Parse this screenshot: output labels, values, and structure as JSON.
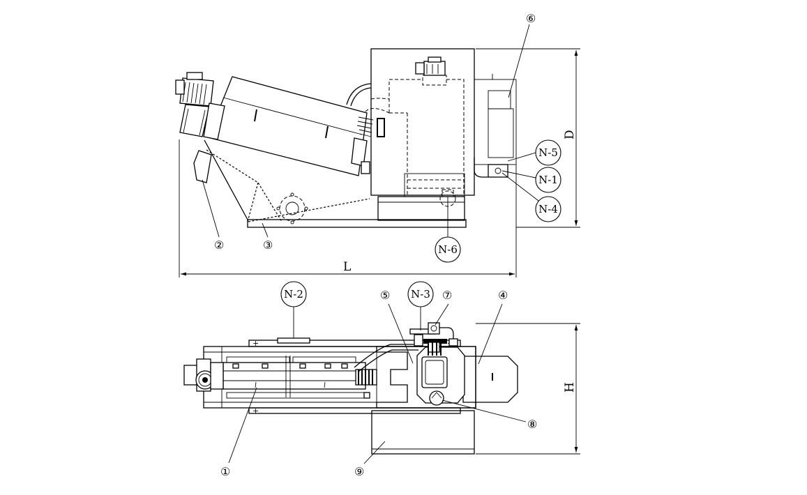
{
  "dimensions": {
    "length": "L",
    "height_side": "D",
    "width_top": "H"
  },
  "components": [
    {
      "id": "c1",
      "label": "①"
    },
    {
      "id": "c2",
      "label": "②"
    },
    {
      "id": "c3",
      "label": "③"
    },
    {
      "id": "c4",
      "label": "④"
    },
    {
      "id": "c5",
      "label": "⑤"
    },
    {
      "id": "c6",
      "label": "⑥"
    },
    {
      "id": "c7",
      "label": "⑦"
    },
    {
      "id": "c8",
      "label": "⑧"
    },
    {
      "id": "c9",
      "label": "⑨"
    }
  ],
  "nozzles": [
    {
      "id": "n1",
      "label": "N-1"
    },
    {
      "id": "n2",
      "label": "N-2"
    },
    {
      "id": "n3",
      "label": "N-3"
    },
    {
      "id": "n4",
      "label": "N-4"
    },
    {
      "id": "n5",
      "label": "N-5"
    },
    {
      "id": "n6",
      "label": "N-6"
    }
  ]
}
